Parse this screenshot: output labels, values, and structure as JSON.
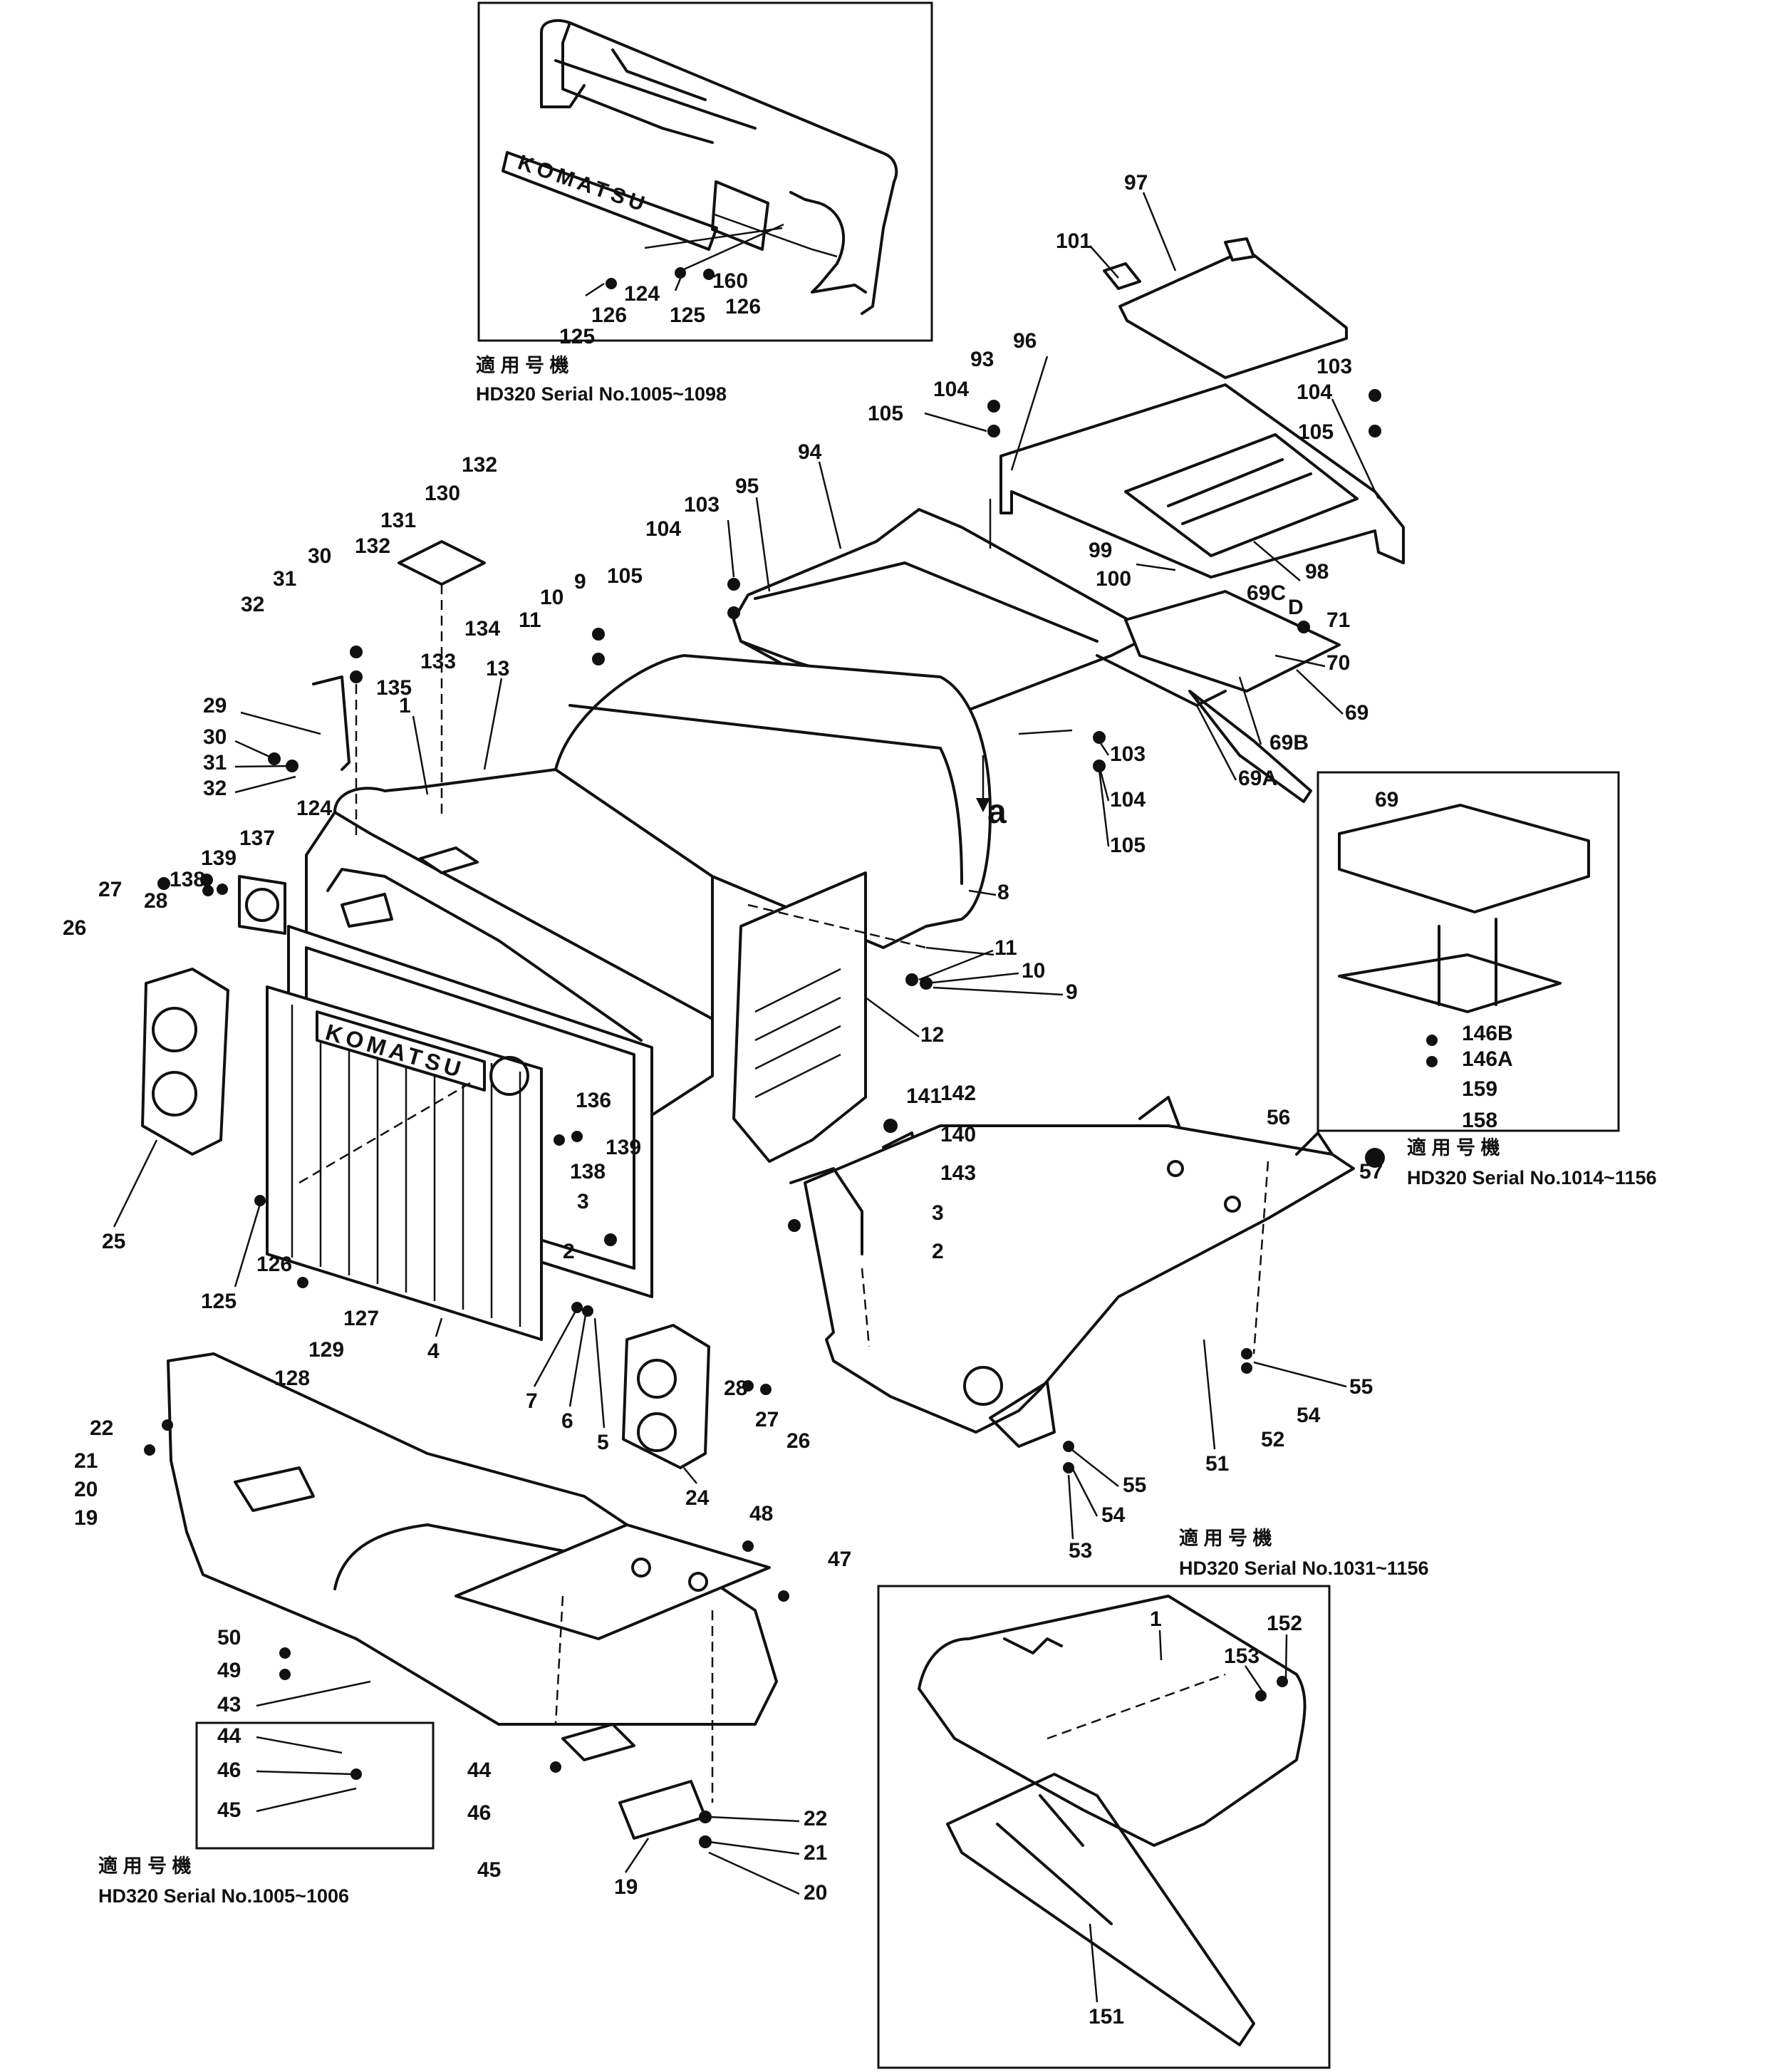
{
  "inset_captions": {
    "top_left_jp": "適 用 号 機",
    "top_left_serial": "HD320 Serial No.1005~1098",
    "right_jp": "適 用 号 機",
    "right_serial": "HD320 Serial No.1014~1156",
    "middle_jp": "適 用 号 機",
    "middle_serial": "HD320 Serial No.1031~1156",
    "bottom_left_jp": "適 用 号 機",
    "bottom_left_serial": "HD320 Serial No.1005~1006"
  },
  "view_marker": "a",
  "nameplate_text": "KOMATSU",
  "labels": {
    "l125a": "125",
    "l126a": "126",
    "l124a": "124",
    "l125b": "125",
    "l126b": "126",
    "l160": "160",
    "l97": "97",
    "l101": "101",
    "l93": "93",
    "l104a": "104",
    "l96": "96",
    "l103a": "103",
    "l104b": "104",
    "l105a": "105",
    "l105b": "105",
    "l94": "94",
    "l95": "95",
    "l103b": "103",
    "l104c": "104",
    "l105c": "105",
    "l99": "99",
    "l100": "100",
    "l98": "98",
    "l69C": "69C",
    "l69D": "D",
    "l71": "71",
    "l70": "70",
    "l69a": "69",
    "l69B": "69B",
    "l69A": "69A",
    "l103c": "103",
    "l104d": "104",
    "l105d": "105",
    "l132a": "132",
    "l130": "130",
    "l131": "131",
    "l132b": "132",
    "l30a": "30",
    "l31a": "31",
    "l32a": "32",
    "l134": "134",
    "l133": "133",
    "l135": "135",
    "l13": "13",
    "l1a": "1",
    "l9a": "9",
    "l10a": "10",
    "l11a": "11",
    "l29": "29",
    "l30b": "30",
    "l31b": "31",
    "l32b": "32",
    "l124b": "124",
    "l137": "137",
    "l139a": "139",
    "l138a": "138",
    "l27a": "27",
    "l28a": "28",
    "l26a": "26",
    "l8": "8",
    "l11b": "11",
    "l10b": "10",
    "l9b": "9",
    "l12": "12",
    "l141": "141",
    "l142": "142",
    "l140": "140",
    "l143": "143",
    "l136": "136",
    "l139b": "139",
    "l138b": "138",
    "l25": "25",
    "l3a": "3",
    "l3b": "3",
    "l2a": "2",
    "l2b": "2",
    "l125c": "125",
    "l126c": "126",
    "l127": "127",
    "l128": "128",
    "l129": "129",
    "l4": "4",
    "l7": "7",
    "l6": "6",
    "l5": "5",
    "l24": "24",
    "l28b": "28",
    "l27b": "27",
    "l26b": "26",
    "l56": "56",
    "l57": "57",
    "l55a": "55",
    "l54a": "54",
    "l52": "52",
    "l51": "51",
    "l55b": "55",
    "l54b": "54",
    "l53": "53",
    "l69b": "69",
    "l146B": "146B",
    "l146A": "146A",
    "l159": "159",
    "l158": "158",
    "l22a": "22",
    "l21a": "21",
    "l20a": "20",
    "l19a": "19",
    "l48": "48",
    "l47": "47",
    "l50": "50",
    "l49": "49",
    "l43": "43",
    "l44a": "44",
    "l46a": "46",
    "l45a": "45",
    "l44b": "44",
    "l46b": "46",
    "l45b": "45",
    "l19b": "19",
    "l22b": "22",
    "l21b": "21",
    "l20b": "20",
    "l152": "152",
    "l153": "153",
    "l1b": "1",
    "l151": "151"
  }
}
